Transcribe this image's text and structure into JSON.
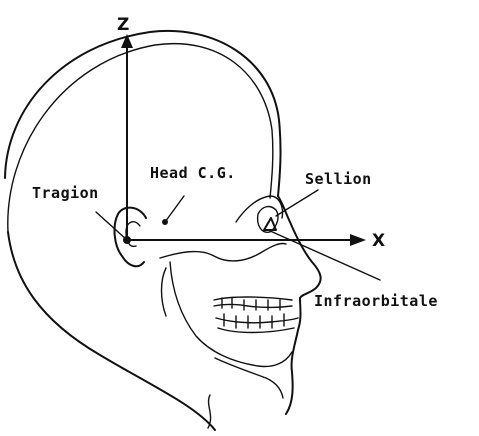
{
  "axes": {
    "z_label": "Z",
    "x_label": "X"
  },
  "labels": {
    "head_cg": "Head C.G.",
    "sellion": "Sellion",
    "tragion": "Tragion",
    "infraorbitale": "Infraorbitale"
  }
}
